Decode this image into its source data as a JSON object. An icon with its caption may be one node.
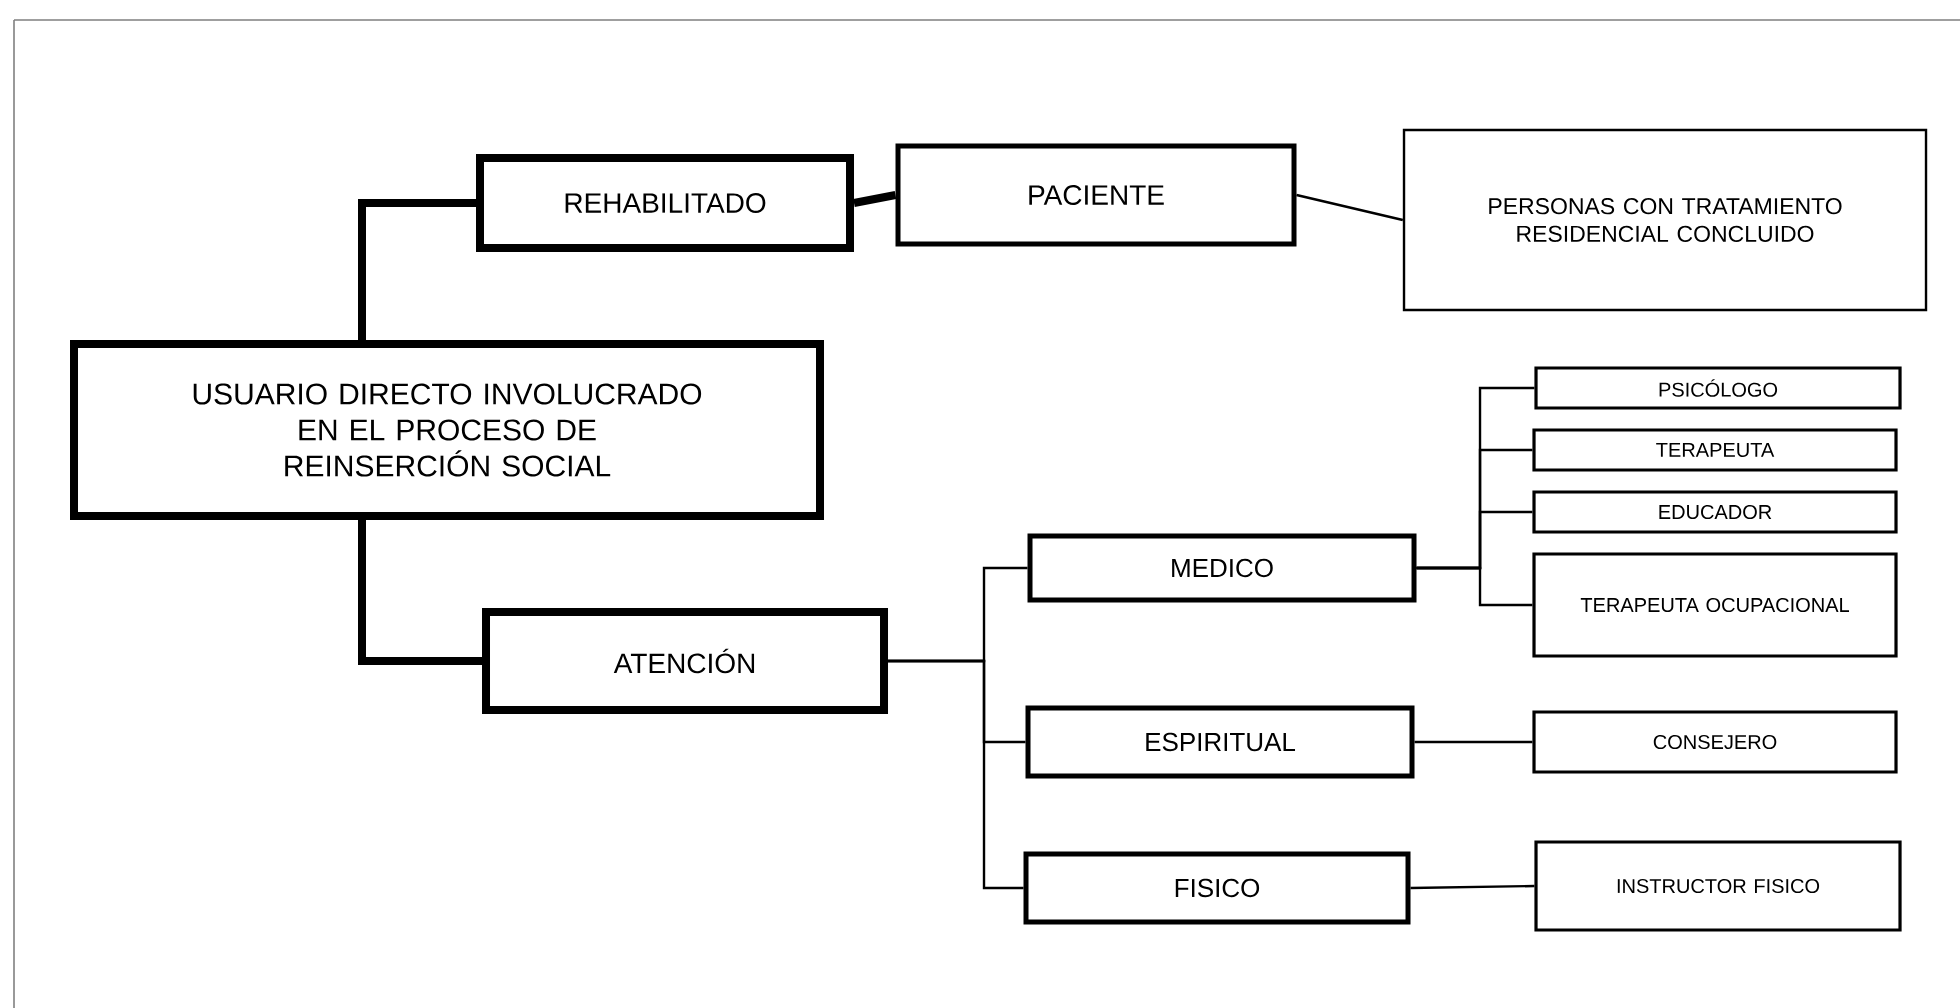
{
  "diagram": {
    "nodes": [
      {
        "text": [
          "USUARIO DIRECTO INVOLUCRADO EN EL PROCESO DE REINSERCIÓN SOCIAL"
        ]
      },
      {
        "text": [
          "REHABILITADO"
        ]
      },
      {
        "text": [
          "PACIENTE"
        ]
      },
      {
        "text": [
          "PERSONAS CON TRATAMIENTO RESIDENCIAL CONCLUIDO"
        ]
      },
      {
        "text": [
          "ATENCIÓN"
        ]
      },
      {
        "text": [
          "MEDICO"
        ]
      },
      {
        "text": [
          "ESPIRITUAL"
        ]
      },
      {
        "text": [
          "FISICO"
        ]
      },
      {
        "text": [
          "PSICÓLOGO"
        ]
      },
      {
        "text": [
          "TERAPEUTA"
        ]
      },
      {
        "text": [
          "EDUCADOR"
        ]
      },
      {
        "text": [
          "TERAPEUTA OCUPACIONAL"
        ]
      },
      {
        "text": [
          "CONSEJERO"
        ]
      },
      {
        "text": [
          "INSTRUCTOR FISICO"
        ]
      }
    ],
    "edges": [
      {
        "from": 0,
        "to": 1,
        "arrow": "none",
        "style": "thick"
      },
      {
        "from": 1,
        "to": 2,
        "arrow": "none",
        "style": "thick"
      },
      {
        "from": 2,
        "to": 3,
        "arrow": "none"
      },
      {
        "from": 0,
        "to": 4,
        "arrow": "none",
        "style": "thick"
      },
      {
        "from": 4,
        "to": 5,
        "arrow": "none"
      },
      {
        "from": 4,
        "to": 6,
        "arrow": "none"
      },
      {
        "from": 4,
        "to": 7,
        "arrow": "none"
      },
      {
        "from": 5,
        "to": 8,
        "arrow": "none"
      },
      {
        "from": 5,
        "to": 9,
        "arrow": "none"
      },
      {
        "from": 5,
        "to": 10,
        "arrow": "none"
      },
      {
        "from": 5,
        "to": 11,
        "arrow": "none"
      },
      {
        "from": 6,
        "to": 12,
        "arrow": "none"
      },
      {
        "from": 7,
        "to": 13,
        "arrow": "none"
      }
    ]
  }
}
